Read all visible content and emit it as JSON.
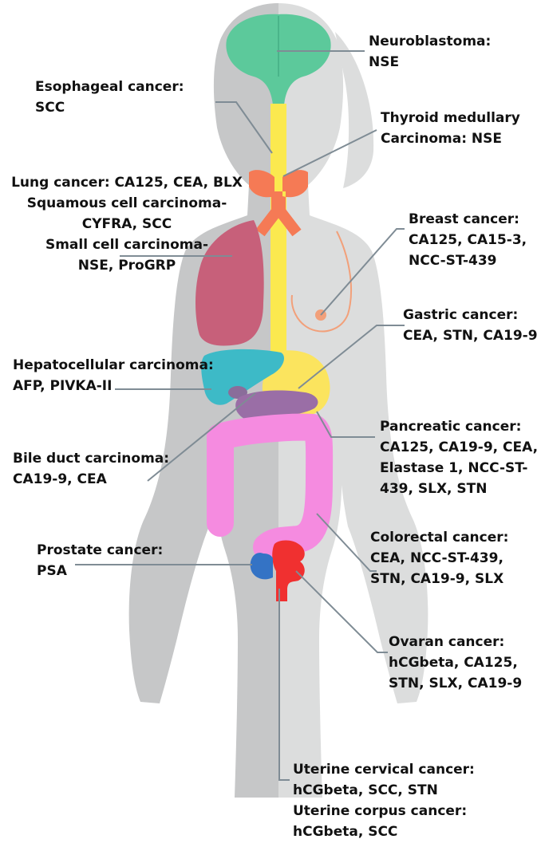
{
  "labels": {
    "neuroblastoma": {
      "line1": "Neuroblastoma:",
      "line2": "NSE"
    },
    "esophageal": {
      "line1": "Esophageal cancer:",
      "line2": "SCC"
    },
    "thyroid": {
      "line1": "Thyroid medullary",
      "line2": "Carcinoma: NSE"
    },
    "lung": {
      "line1": "Lung cancer: CA125, CEA, BLX",
      "line2": "Squamous cell carcinoma-",
      "line3": "CYFRA, SCC",
      "line4": "Small cell carcinoma-",
      "line5": "NSE, ProGRP"
    },
    "breast": {
      "line1": "Breast cancer:",
      "line2": "CA125, CA15-3,",
      "line3": "NCC-ST-439"
    },
    "gastric": {
      "line1": "Gastric cancer:",
      "line2": "CEA, STN, CA19-9"
    },
    "hepatocellular": {
      "line1": "Hepatocellular carcinoma:",
      "line2": "AFP, PIVKA-II"
    },
    "pancreatic": {
      "line1": "Pancreatic cancer:",
      "line2": "CA125, CA19-9, CEA,",
      "line3": "Elastase 1, NCC-ST-",
      "line4": "439, SLX, STN"
    },
    "bile_duct": {
      "line1": "Bile duct carcinoma:",
      "line2": "CA19-9, CEA"
    },
    "colorectal": {
      "line1": "Colorectal cancer:",
      "line2": "CEA, NCC-ST-439,",
      "line3": "STN, CA19-9, SLX"
    },
    "prostate": {
      "line1": "Prostate cancer:",
      "line2": "PSA"
    },
    "ovarian": {
      "line1": "Ovaran cancer:",
      "line2": "hCGbeta, CA125,",
      "line3": "STN, SLX, CA19-9"
    },
    "uterine": {
      "line1": "Uterine cervical cancer:",
      "line2": "hCGbeta, SCC, STN",
      "line3": "Uterine corpus cancer:",
      "line4": "hCGbeta, SCC"
    }
  },
  "colors": {
    "body_left": "#c6c7c8",
    "body_right": "#dcdddd",
    "brain": "#5cc99b",
    "esophagus": "#fbe94f",
    "thyroid": "#f57a55",
    "lung": "#c7607a",
    "liver": "#3dbac7",
    "stomach": "#fbe45e",
    "pancreas": "#9a6ea6",
    "colon": "#f58be0",
    "uterus": "#f03030",
    "prostate": "#3473c5",
    "breast": "#f2a07a",
    "leader_line": "#7f8c95",
    "text": "#111111"
  },
  "icons": {
    "body": "human-body-silhouette-icon"
  }
}
